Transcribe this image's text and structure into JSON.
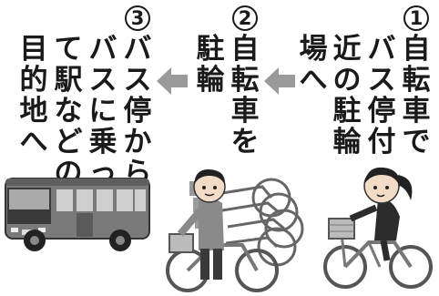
{
  "steps": [
    {
      "number": "1",
      "lines": [
        "自転車で",
        "バス停付",
        "近の駐輪",
        "場へ"
      ]
    },
    {
      "number": "2",
      "lines": [
        "自転車を",
        "駐輪"
      ]
    },
    {
      "number": "3",
      "lines": [
        "バス停から",
        "バスに乗っ",
        "て駅などの",
        "目的地へ"
      ]
    }
  ],
  "arrow_color": "#9a9a9a",
  "illustrations": [
    "girl-riding-bicycle",
    "boy-parking-bicycle",
    "bus"
  ]
}
